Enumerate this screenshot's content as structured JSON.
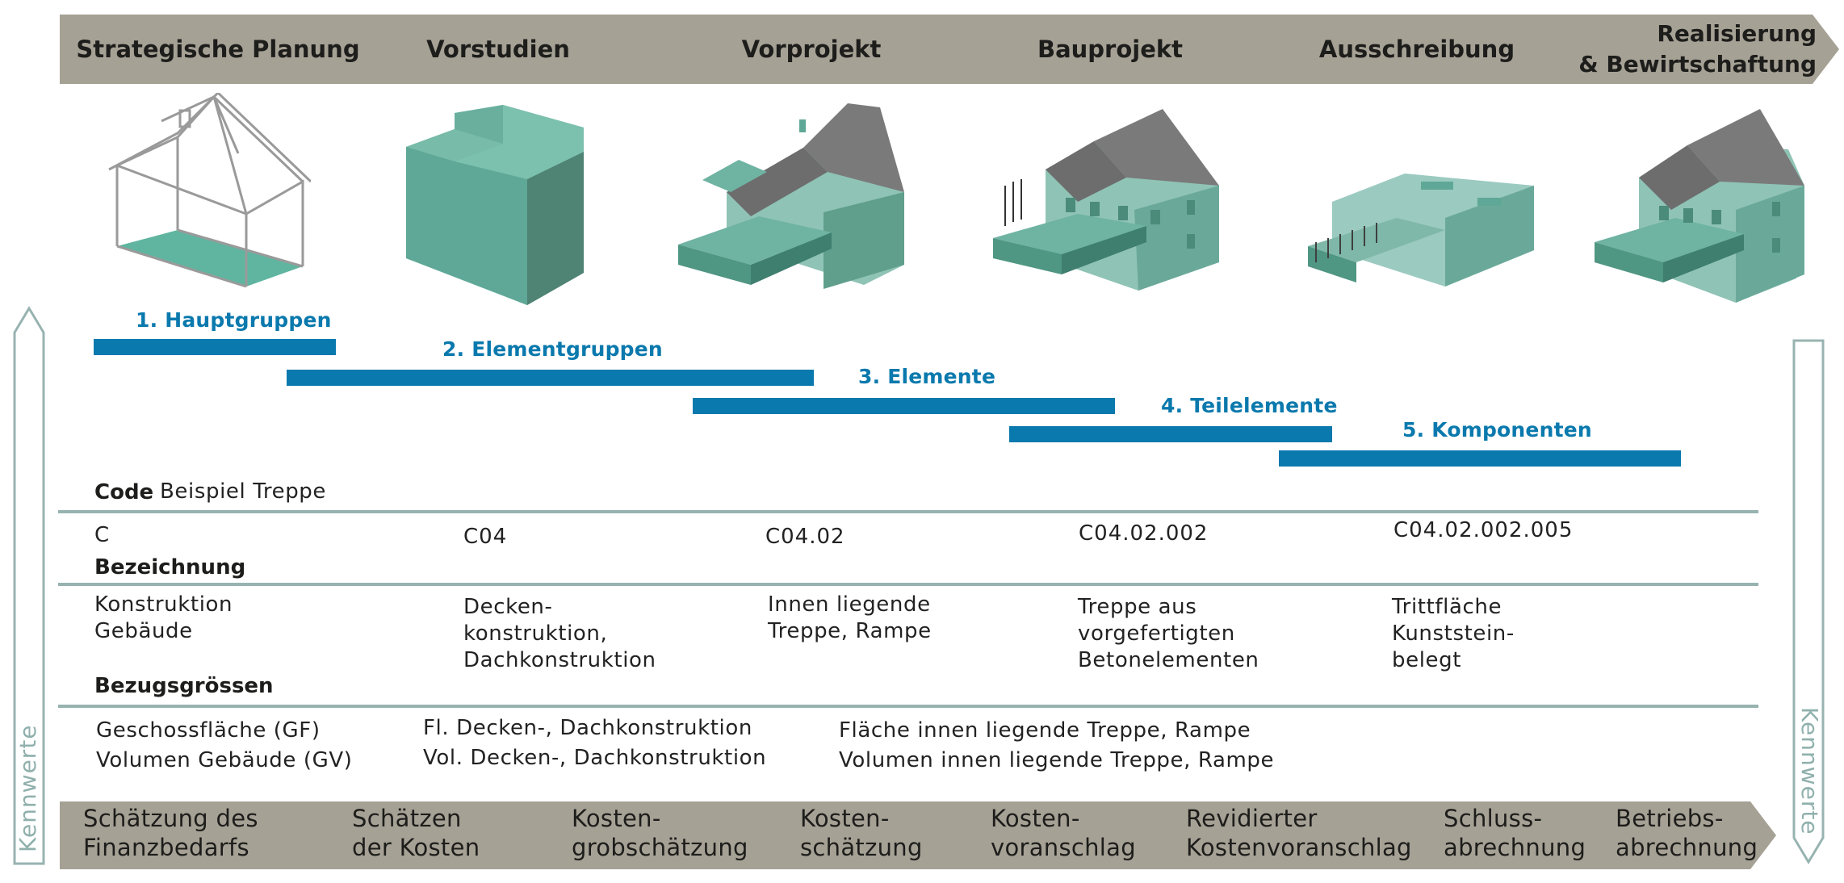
{
  "phases": [
    "Strategische Planung",
    "Vorstudien",
    "Vorprojekt",
    "Bauprojekt",
    "Ausschreibung",
    "Realisierung\n& Bewirtschaftung"
  ],
  "illustrations": [
    "wireframe-house-icon",
    "volume-block-icon",
    "massing-house-icon",
    "detailed-house-icon",
    "open-house-structure-icon",
    "complete-house-icon"
  ],
  "gruppen": [
    {
      "label": "1. Hauptgruppen"
    },
    {
      "label": "2. Elementgruppen"
    },
    {
      "label": "3. Elemente"
    },
    {
      "label": "4. Teilelemente"
    },
    {
      "label": "5. Komponenten"
    }
  ],
  "code_header": {
    "label": "Code",
    "example": "Beispiel Treppe"
  },
  "codes": [
    "C",
    "C04",
    "C04.02",
    "C04.02.002",
    "C04.02.002.005"
  ],
  "bezeichnung_header": "Bezeichnung",
  "bezeichnungen": [
    "Konstruktion\nGebäude",
    "Decken-\nkonstruktion,\nDachkonstruktion",
    "Innen liegende\nTreppe, Rampe",
    "Treppe aus\nvorgefertigten\nBetonelementen",
    "Trittfläche\nKunststein-\nbelegt"
  ],
  "bezugsgroessen_header": "Bezugsgrössen",
  "bezugsgroessen": [
    "Geschossfläche (GF)\nVolumen Gebäude (GV)",
    "Fl. Decken-, Dachkonstruktion\nVol. Decken-, Dachkonstruktion",
    "Fläche innen liegende Treppe, Rampe\nVolumen innen liegende Treppe, Rampe"
  ],
  "kosten": [
    "Schätzung des\nFinanzbedarfs",
    "Schätzen\nder Kosten",
    "Kosten-\ngrobschätzung",
    "Kosten-\nschätzung",
    "Kosten-\nvoranschlag",
    "Revidierter\nKostenvoranschlag",
    "Schluss-\nabrechnung",
    "Betriebs-\nabrechnung"
  ],
  "kennwerte": "Kennwerte",
  "colors": {
    "arrow_band": "#a6a195",
    "accent_blue": "#0a79ad",
    "line_grey_green": "#97b3b0",
    "teal_fill": "#5fa897",
    "roof_grey": "#6e6e6e"
  }
}
